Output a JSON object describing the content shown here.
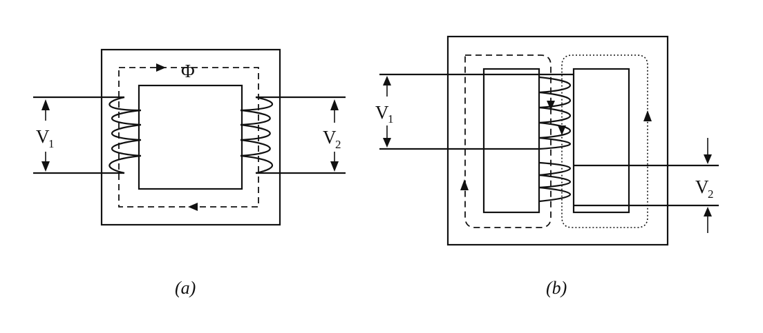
{
  "figure_a": {
    "caption_prefix": "(",
    "caption_letter": "a",
    "caption_suffix": ")",
    "flux_symbol": "Φ",
    "primary_voltage": {
      "main": "V",
      "sub": "1"
    },
    "secondary_voltage": {
      "main": "V",
      "sub": "2"
    }
  },
  "figure_b": {
    "caption_prefix": "(",
    "caption_letter": "b",
    "caption_suffix": ")",
    "primary_voltage": {
      "main": "V",
      "sub": "1"
    },
    "secondary_voltage": {
      "main": "V",
      "sub": "2"
    }
  }
}
